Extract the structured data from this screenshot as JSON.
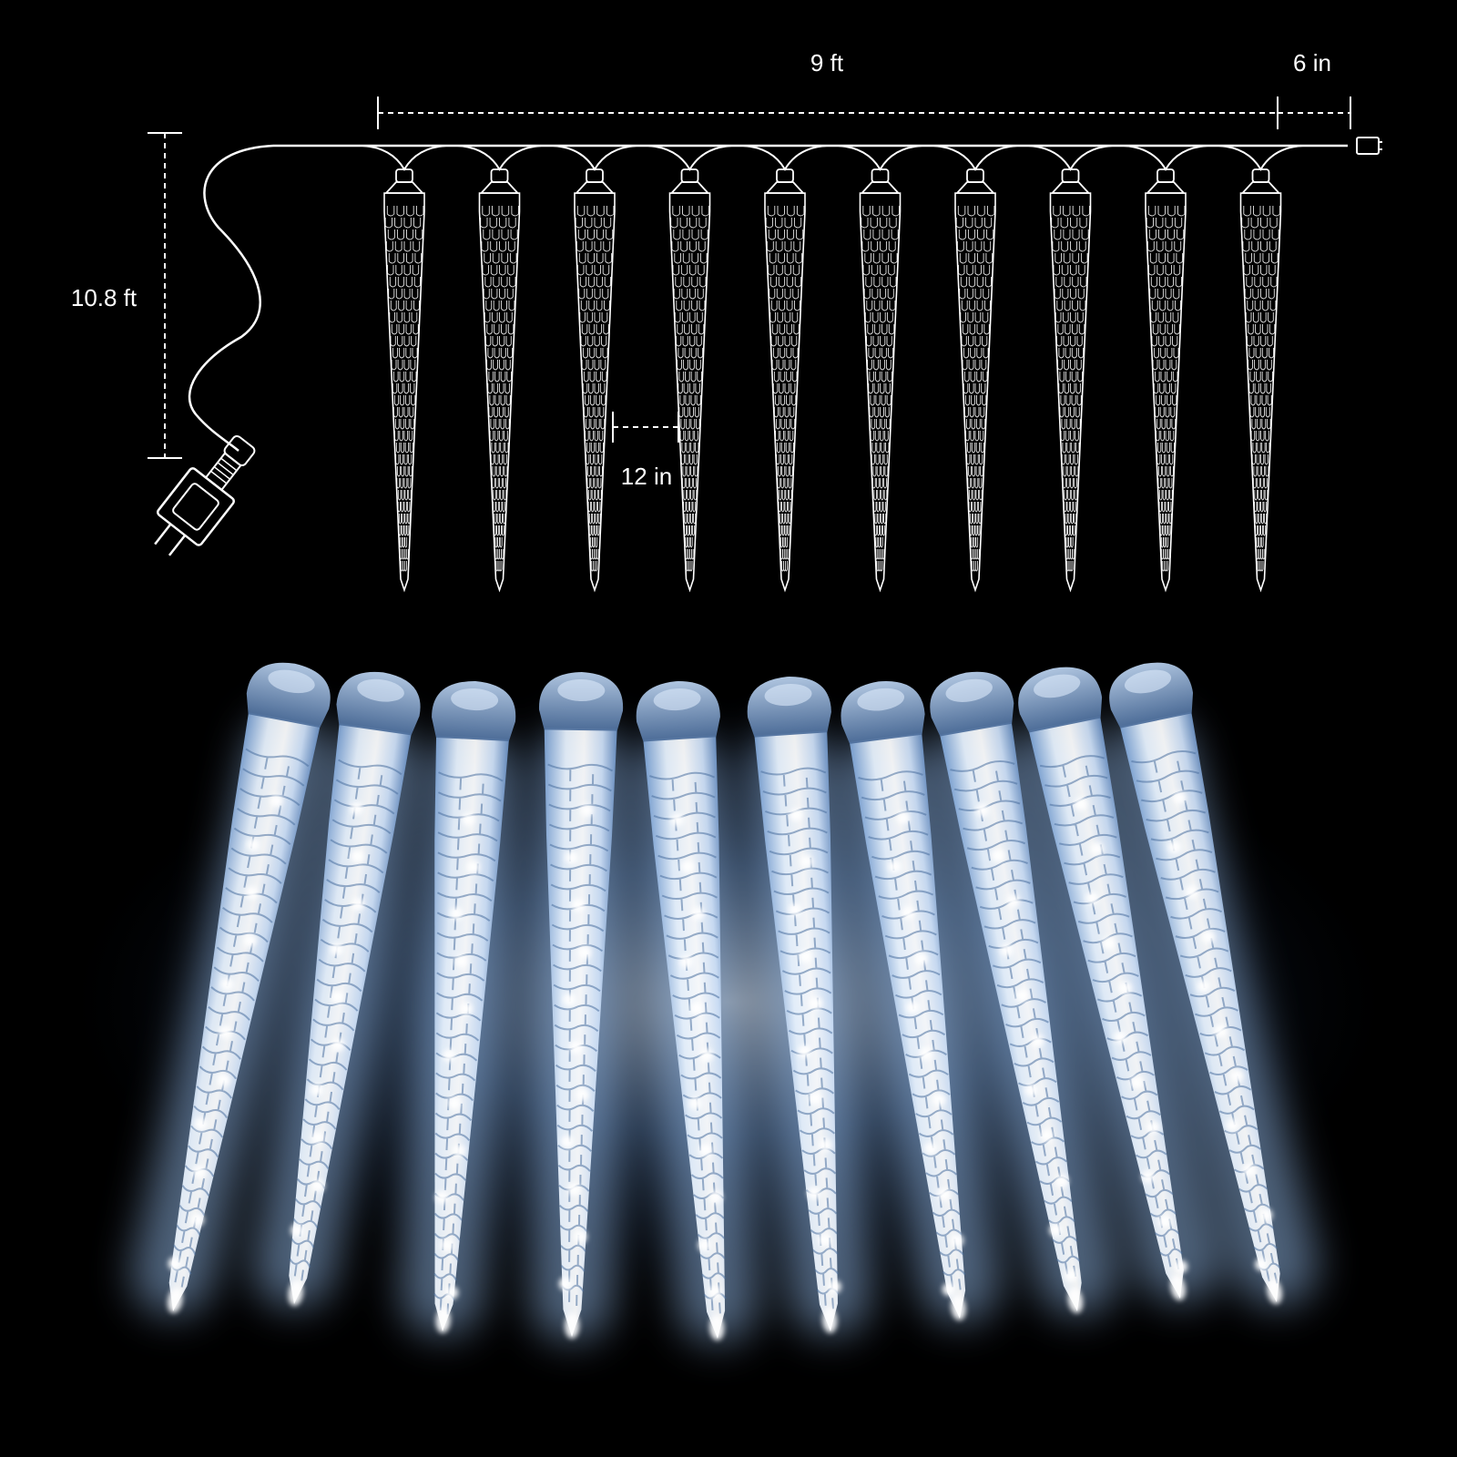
{
  "dimensions": {
    "total_span": "9 ft",
    "end_lead": "6 in",
    "lead_cable": "10.8 ft",
    "tube_spacing": "12 in"
  },
  "product": {
    "tube_count": 10,
    "light_color": "#dfeeff",
    "glow_color": "#6f9fe0",
    "line_color": "#ffffff",
    "background_color": "#000000"
  },
  "icons": {
    "plug": "power-plug-icon",
    "end_connector": "end-connector-icon",
    "tube": "icicle-tube-icon"
  }
}
